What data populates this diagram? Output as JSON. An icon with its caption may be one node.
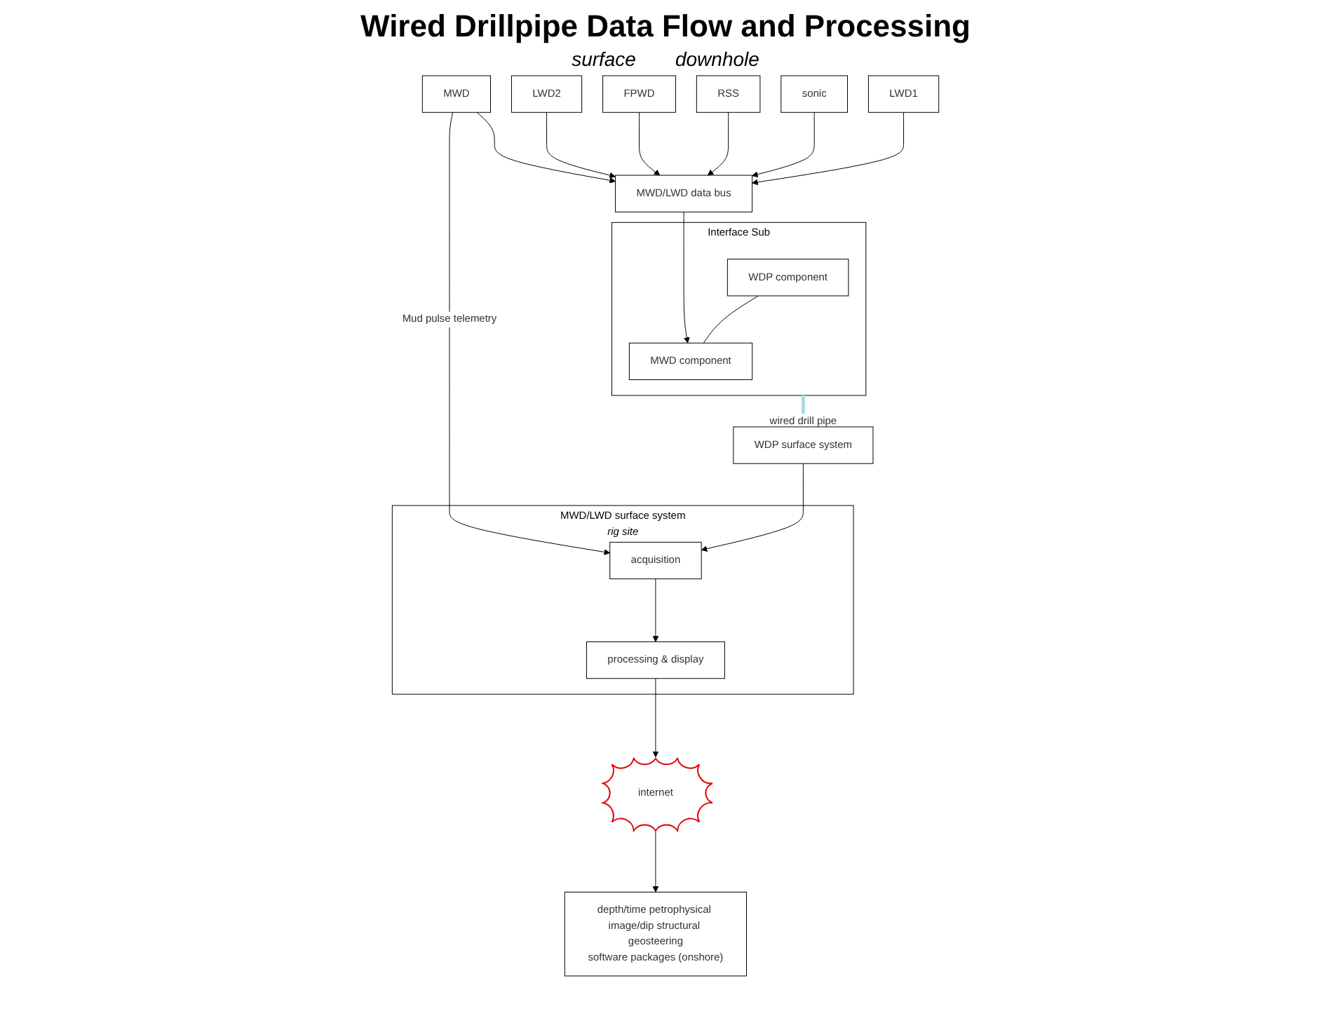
{
  "diagram": {
    "title": "Wired Drillpipe Data Flow and Processing",
    "nodes": [
      {
        "text": [
          "MWD/LWD surface system",
          "rig site"
        ]
      },
      {
        "text": [
          "acquisition"
        ],
        "in": 0
      },
      {
        "text": [
          "processing & display"
        ],
        "in": 0
      },
      {
        "text": [
          "WDP surface system"
        ]
      },
      {
        "text": [
          "Interface Sub"
        ]
      },
      {
        "text": [
          "WDP component"
        ],
        "in": 4
      },
      {
        "text": [
          "MWD component"
        ],
        "in": 4
      },
      {
        "text": [
          "MWD/LWD data bus"
        ]
      },
      {
        "text": [
          "LWD1"
        ]
      },
      {
        "text": [
          "sonic"
        ]
      },
      {
        "text": [
          "RSS"
        ]
      },
      {
        "text": [
          "FPWD"
        ]
      },
      {
        "text": [
          "LWD2"
        ]
      },
      {
        "text": [
          "MWD"
        ]
      },
      {
        "text": [
          "internet"
        ]
      },
      {
        "text": [
          "depth/time petrophysical image/dip structural geosteering",
          "software packages (onshore)"
        ]
      }
    ],
    "edges": [
      {
        "from": 3,
        "to": 1,
        "arrow": "to"
      },
      {
        "from": 13,
        "to": 1,
        "arrow": "to",
        "label": "Mud pulse telemetry"
      },
      {
        "from": 1,
        "to": 2,
        "arrow": "to"
      },
      {
        "from": 2,
        "to": 14,
        "arrow": "to"
      },
      {
        "from": 14,
        "to": 15,
        "arrow": "to"
      },
      {
        "from": 4,
        "to": 3,
        "arrow": "to",
        "label": "wired drill pipe",
        "style": "thick",
        "color": "#a8dcdc"
      },
      {
        "from": 5,
        "to": 6,
        "arrow": "none"
      },
      {
        "from": 7,
        "to": 6,
        "arrow": "to"
      },
      {
        "from": 8,
        "to": 7,
        "arrow": "to"
      },
      {
        "from": 9,
        "to": 7,
        "arrow": "to"
      },
      {
        "from": 10,
        "to": 7,
        "arrow": "to"
      },
      {
        "from": 11,
        "to": 7,
        "arrow": "to"
      },
      {
        "from": 12,
        "to": 7,
        "arrow": "to"
      },
      {
        "from": 13,
        "to": 7,
        "arrow": "to"
      }
    ],
    "labels": [
      "surface",
      "downhole"
    ]
  }
}
